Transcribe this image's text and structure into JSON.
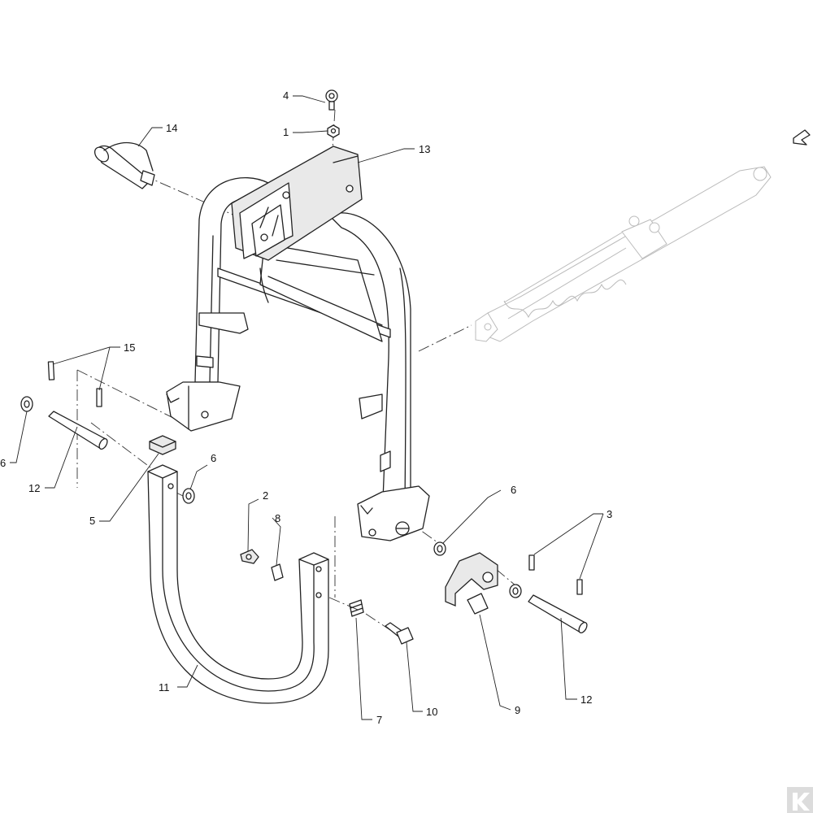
{
  "callouts": {
    "c1": "1",
    "c2": "2",
    "c3": "3",
    "c4": "4",
    "c5": "5",
    "c6a": "6",
    "c6b": "6",
    "c6c": "6",
    "c7": "7",
    "c8": "8",
    "c9": "9",
    "c10": "10",
    "c11": "11",
    "c12a": "12",
    "c12b": "12",
    "c13": "13",
    "c14": "14",
    "c15": "15"
  },
  "icons": {
    "direction": "arrow-icon",
    "logo": "brand-logo-icon"
  }
}
